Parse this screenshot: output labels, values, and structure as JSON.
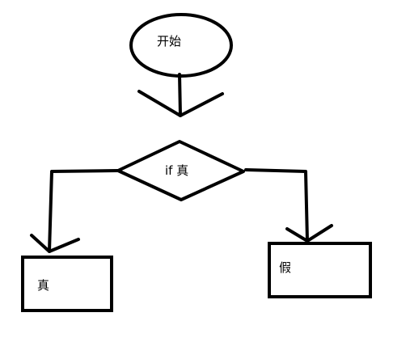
{
  "flowchart": {
    "start_label": "开始",
    "decision_label": "if 真",
    "true_box_label": "真",
    "false_box_label": "假"
  },
  "style": {
    "stroke_color": "#000000",
    "background": "#ffffff"
  }
}
